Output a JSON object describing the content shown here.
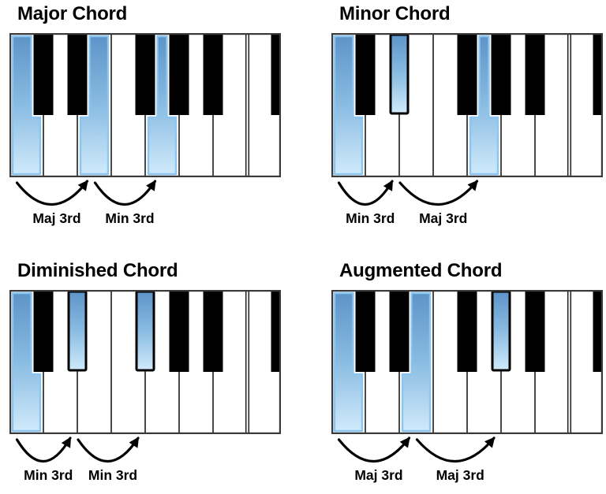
{
  "page": {
    "background": "#ffffff"
  },
  "colors": {
    "highlight_gradient_top": "#5b92c7",
    "highlight_gradient_mid": "#8abce2",
    "highlight_gradient_bottom": "#d3ecfc",
    "highlight_stroke": "#8cc5ef",
    "black_key": "#000000",
    "keyboard_border": "#3a3a3a",
    "key_divider": "#1c1c1c",
    "arrow": "#000000",
    "text": "#000000"
  },
  "keyboard": {
    "white_keys": [
      "C",
      "D",
      "E",
      "F",
      "G",
      "A",
      "B",
      "C"
    ],
    "black_keys": [
      "Db",
      "Eb",
      "Gb",
      "Ab",
      "Bb"
    ]
  },
  "diagrams": [
    {
      "id": "major",
      "title": "Major Chord",
      "highlighted_keys": [
        "C",
        "E",
        "G"
      ],
      "intervals": [
        {
          "label": "Maj 3rd",
          "from": "C",
          "to": "E"
        },
        {
          "label": "Min 3rd",
          "from": "E",
          "to": "G"
        }
      ]
    },
    {
      "id": "minor",
      "title": "Minor Chord",
      "highlighted_keys": [
        "C",
        "Eb",
        "G"
      ],
      "intervals": [
        {
          "label": "Min 3rd",
          "from": "C",
          "to": "Eb"
        },
        {
          "label": "Maj 3rd",
          "from": "Eb",
          "to": "G"
        }
      ]
    },
    {
      "id": "diminished",
      "title": "Diminished Chord",
      "highlighted_keys": [
        "C",
        "Eb",
        "Gb"
      ],
      "intervals": [
        {
          "label": "Min 3rd",
          "from": "C",
          "to": "Eb"
        },
        {
          "label": "Min 3rd",
          "from": "Eb",
          "to": "Gb"
        }
      ]
    },
    {
      "id": "augmented",
      "title": "Augmented Chord",
      "highlighted_keys": [
        "C",
        "E",
        "Ab"
      ],
      "intervals": [
        {
          "label": "Maj 3rd",
          "from": "C",
          "to": "E"
        },
        {
          "label": "Maj 3rd",
          "from": "E",
          "to": "Ab"
        }
      ]
    }
  ]
}
